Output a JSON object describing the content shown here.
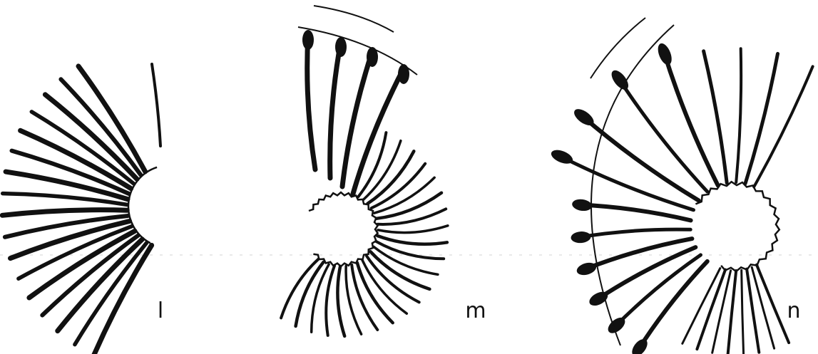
{
  "figure": {
    "panels": [
      {
        "id": "l",
        "label": "l"
      },
      {
        "id": "m",
        "label": "m"
      },
      {
        "id": "n",
        "label": "n"
      }
    ]
  },
  "colors": {
    "ink": "#111111",
    "background": "#ffffff",
    "guide": "#dcdcdc"
  }
}
